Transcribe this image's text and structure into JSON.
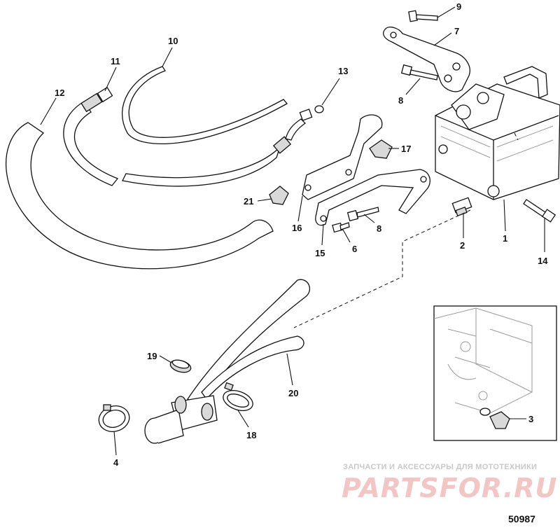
{
  "diagram": {
    "callouts": {
      "c1": "1",
      "c2": "2",
      "c3": "3",
      "c4": "4",
      "c6": "6",
      "c7": "7",
      "c8a": "8",
      "c8b": "8",
      "c9": "9",
      "c10": "10",
      "c11": "11",
      "c12": "12",
      "c13": "13",
      "c14": "14",
      "c15": "15",
      "c16": "16",
      "c17": "17",
      "c18": "18",
      "c19": "19",
      "c20": "20",
      "c21": "21"
    },
    "drawing_number": "50987",
    "watermark": {
      "tagline": "ЗАПЧАСТИ И АКСЕССУАРЫ ДЛЯ МОТОТЕХНИКИ",
      "brand": "PARTSFOR.RU"
    }
  }
}
